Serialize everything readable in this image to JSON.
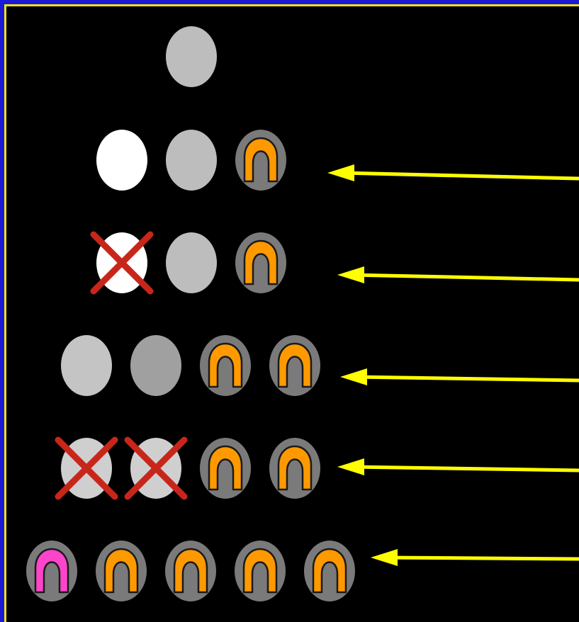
{
  "colors": {
    "outer_background": "#1b1bd6",
    "panel_background": "#000000",
    "border": "#f2e21a",
    "arrow": "#ffff00",
    "orange_marker": "#ff9900",
    "pink_marker": "#ff44cc",
    "marker_outline": "#1a1a1a",
    "cross": "#c8261b"
  },
  "tokens": {
    "white": "#ffffff",
    "light_gray": "#bdbdbd",
    "silver": "#c4c4c4",
    "mid_gray": "#a0a0a0",
    "pale_gray": "#cfcfcf",
    "dark_gray": "#7a7a7a"
  },
  "rows": [
    {
      "items": [
        {
          "color": "light_gray"
        }
      ]
    },
    {
      "items": [
        {
          "color": "white"
        },
        {
          "color": "light_gray"
        },
        {
          "color": "dark_gray",
          "marker": "orange"
        }
      ],
      "arrow": true
    },
    {
      "items": [
        {
          "color": "white",
          "crossed": true
        },
        {
          "color": "light_gray"
        },
        {
          "color": "dark_gray",
          "marker": "orange"
        }
      ],
      "arrow": true
    },
    {
      "items": [
        {
          "color": "silver"
        },
        {
          "color": "mid_gray"
        },
        {
          "color": "dark_gray",
          "marker": "orange"
        },
        {
          "color": "dark_gray",
          "marker": "orange"
        }
      ],
      "arrow": true
    },
    {
      "items": [
        {
          "color": "pale_gray",
          "crossed": true
        },
        {
          "color": "pale_gray",
          "crossed": true
        },
        {
          "color": "dark_gray",
          "marker": "orange"
        },
        {
          "color": "dark_gray",
          "marker": "orange"
        }
      ],
      "arrow": true
    },
    {
      "items": [
        {
          "color": "dark_gray",
          "marker": "pink"
        },
        {
          "color": "dark_gray",
          "marker": "orange"
        },
        {
          "color": "dark_gray",
          "marker": "orange"
        },
        {
          "color": "dark_gray",
          "marker": "orange"
        },
        {
          "color": "dark_gray",
          "marker": "orange"
        }
      ],
      "arrow": true
    }
  ]
}
